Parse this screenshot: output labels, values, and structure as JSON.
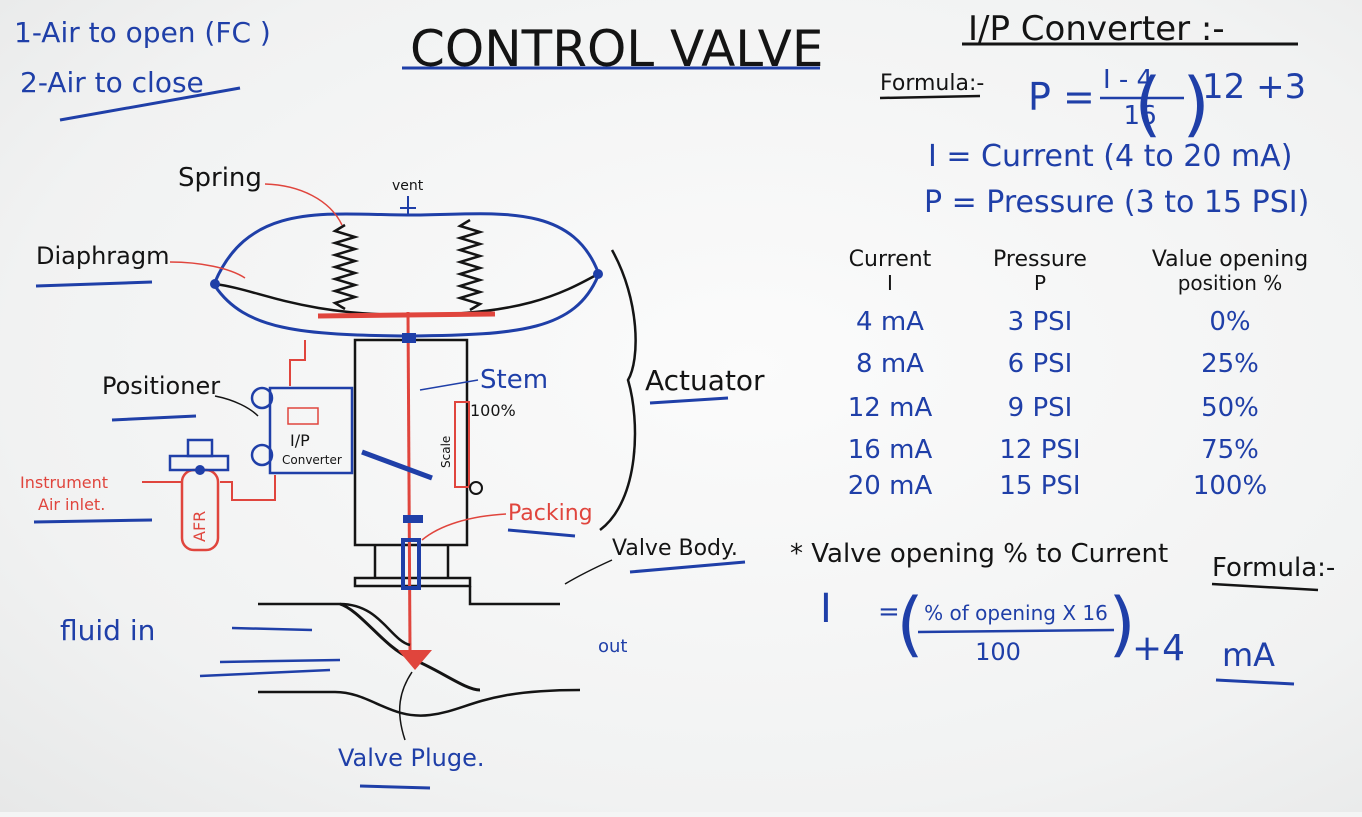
{
  "title": "CONTROL VALVE",
  "notes": {
    "air_to_open": "1-Air to open (FC )",
    "air_to_close": "2-Air to close"
  },
  "labels": {
    "spring": "Spring",
    "vent": "vent",
    "diaphragm": "Diaphragm",
    "actuator": "Actuator",
    "stem": "Stem",
    "stem_percent": "100%",
    "scale": "Scale",
    "positioner": "Positioner",
    "ip_box_line1": "I/P",
    "ip_box_line2": "Converter",
    "instrument_air_line1": "Instrument",
    "instrument_air_line2": "Air inlet.",
    "afr": "AFR",
    "packing": "Packing",
    "valve_body": "Valve Body.",
    "fluid_in": "fluid in",
    "out": "out",
    "valve_plug": "Valve Pluge."
  },
  "ip_converter": {
    "heading": "I/P Converter :-",
    "formula_label": "Formula:-",
    "formula": {
      "lhs": "P =",
      "numerator": "I - 4",
      "denominator": "16",
      "rhs": "12 +3"
    },
    "def_current": "I = Current (4 to 20 mA)",
    "def_pressure": "P = Pressure (3 to 15 PSI)"
  },
  "table": {
    "headers": [
      {
        "line1": "Current",
        "line2": "I"
      },
      {
        "line1": "Pressure",
        "line2": "P"
      },
      {
        "line1": "Value opening",
        "line2": "position %"
      }
    ],
    "rows": [
      [
        "4 mA",
        "3 PSI",
        "0%"
      ],
      [
        "8 mA",
        "6 PSI",
        "25%"
      ],
      [
        "12 mA",
        "9 PSI",
        "50%"
      ],
      [
        "16 mA",
        "12 PSI",
        "75%"
      ],
      [
        "20 mA",
        "15 PSI",
        "100%"
      ]
    ]
  },
  "opening_formula": {
    "heading": "* Valve opening % to Current",
    "formula_label": "Formula:-",
    "lhs": "I",
    "eq": "=",
    "numerator": "% of opening X 16",
    "denominator": "100",
    "rhs": "+4",
    "unit": "mA"
  },
  "colors": {
    "ink_blue": "#1f3fa8",
    "ink_red": "#e0453d",
    "ink_black": "#141414"
  }
}
